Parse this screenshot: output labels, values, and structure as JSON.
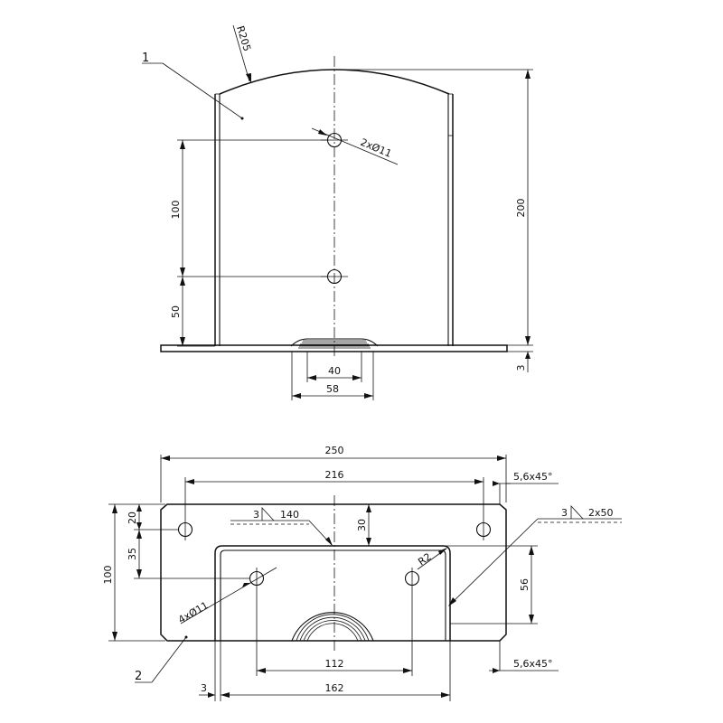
{
  "parts": {
    "part1": "1",
    "part2": "2"
  },
  "top_view": {
    "radius": "R205",
    "holes": "2xØ11",
    "height_total": "200",
    "spacing_holes": "100",
    "hole_from_base": "50",
    "plate_thickness": "3",
    "slot_inner": "40",
    "slot_outer": "58"
  },
  "bottom_view": {
    "width_total": "250",
    "hole_spacing_x": "216",
    "chamfer_top": "5,6x45°",
    "chamfer_bottom": "5,6x45°",
    "height_total": "100",
    "edge_to_hole": "20",
    "hole_to_slot": "35",
    "slot_depth": "30",
    "weld_top_a": "3",
    "weld_top_b": "140",
    "weld_side_a": "3",
    "weld_side_b": "2x50",
    "bend_radius": "R2",
    "slot_side_height": "56",
    "holes": "4xØ11",
    "inner_hole_spacing": "112",
    "slot_width": "162",
    "wall_thickness": "3"
  }
}
